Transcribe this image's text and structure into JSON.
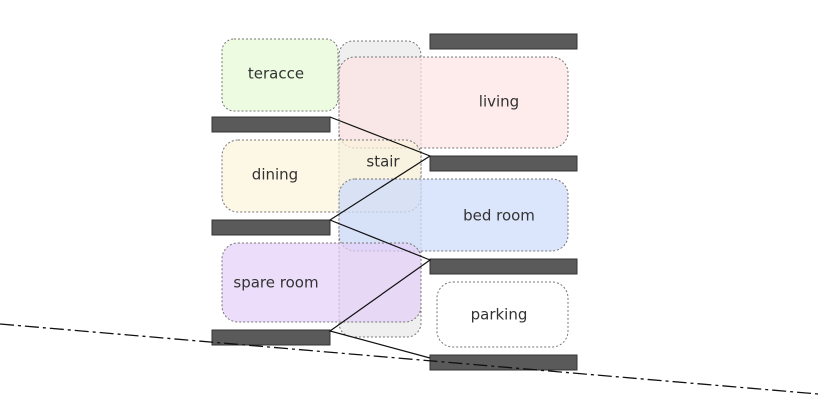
{
  "diagram": {
    "rooms": {
      "stair": {
        "label": "stair",
        "color": "#e6e6e6"
      },
      "teracce": {
        "label": "teracce",
        "color": "#edfbe0"
      },
      "living": {
        "label": "living",
        "color": "#fde3e3"
      },
      "dining": {
        "label": "dining",
        "color": "#fcf4dc"
      },
      "bedroom": {
        "label": "bed room",
        "color": "#cfdcfb"
      },
      "spareroom": {
        "label": "spare room",
        "color": "#e4d0f8"
      },
      "parking": {
        "label": "parking",
        "color": "#ffffff"
      }
    },
    "floor_bar_color": "#5a5a5a"
  }
}
